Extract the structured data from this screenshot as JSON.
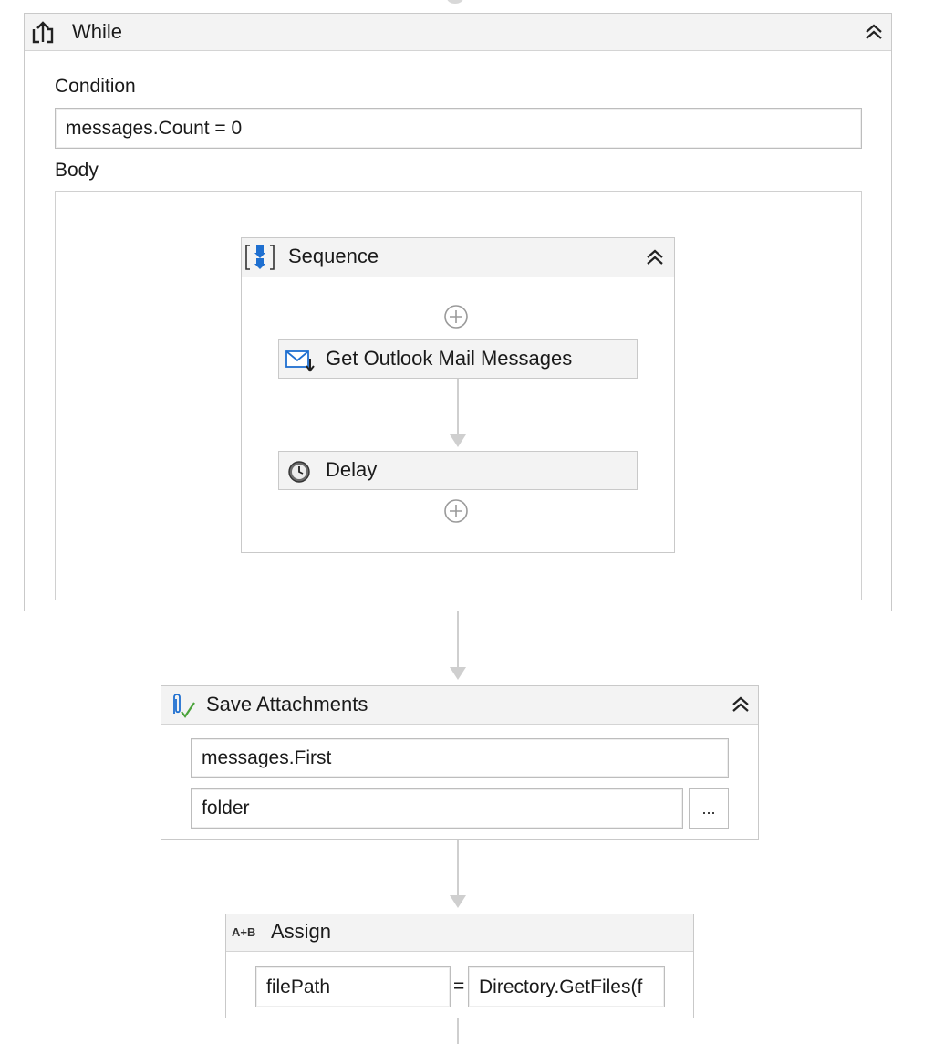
{
  "while": {
    "title": "While",
    "condition_label": "Condition",
    "condition_value": "messages.Count = 0",
    "body_label": "Body",
    "icon": "while-loop-icon"
  },
  "sequence": {
    "title": "Sequence",
    "icon": "sequence-icon",
    "activities": [
      {
        "label": "Get Outlook Mail Messages",
        "icon": "mail-download-icon"
      },
      {
        "label": "Delay",
        "icon": "clock-icon"
      }
    ]
  },
  "save_attachments": {
    "title": "Save Attachments",
    "icon": "paperclip-icon",
    "message_value": "messages.First",
    "folder_value": "folder",
    "browse_label": "..."
  },
  "assign": {
    "title": "Assign",
    "icon_text": "A+B",
    "to_value": "filePath",
    "equals": "=",
    "value": "Directory.GetFiles(f"
  },
  "colors": {
    "header_bg": "#f3f3f3",
    "border": "#c9c9c9",
    "connector": "#cfcfcf",
    "icon_blue": "#1e6fd0"
  }
}
